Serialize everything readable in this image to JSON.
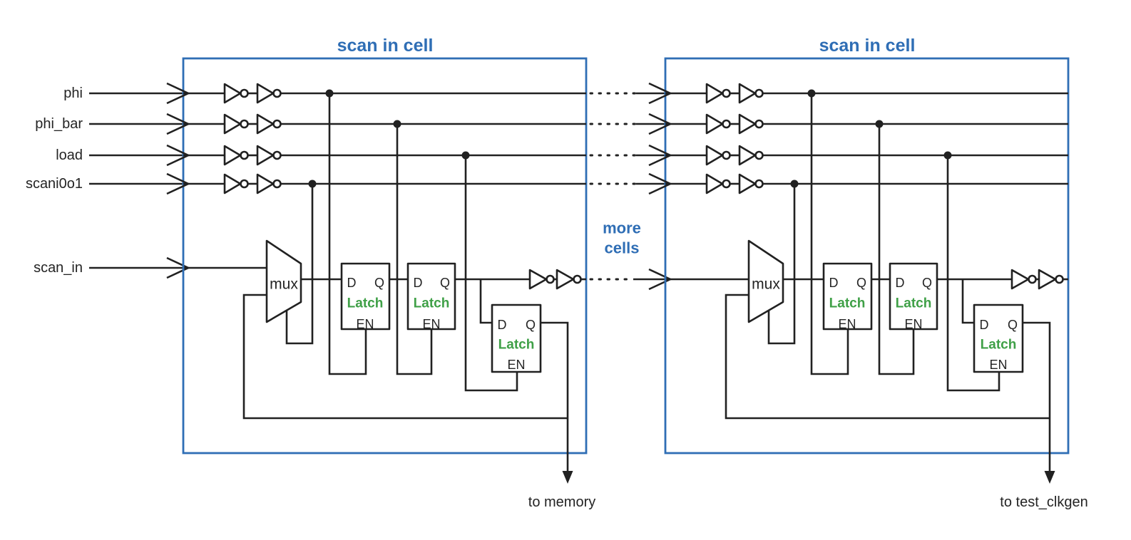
{
  "colors": {
    "wire": "#212121",
    "accent_blue": "#2f6eb5",
    "latch_green": "#3fa047"
  },
  "inputs": [
    {
      "label": "phi"
    },
    {
      "label": "phi_bar"
    },
    {
      "label": "load"
    },
    {
      "label": "scani0o1"
    },
    {
      "label": "scan_in"
    }
  ],
  "gap": {
    "more": "more",
    "cells": "cells"
  },
  "cells": [
    {
      "title": "scan in cell",
      "mux": "mux",
      "latches": [
        {
          "d": "D",
          "q": "Q",
          "label": "Latch",
          "en": "EN"
        },
        {
          "d": "D",
          "q": "Q",
          "label": "Latch",
          "en": "EN"
        },
        {
          "d": "D",
          "q": "Q",
          "label": "Latch",
          "en": "EN"
        }
      ],
      "output": "to memory"
    },
    {
      "title": "scan in cell",
      "mux": "mux",
      "latches": [
        {
          "d": "D",
          "q": "Q",
          "label": "Latch",
          "en": "EN"
        },
        {
          "d": "D",
          "q": "Q",
          "label": "Latch",
          "en": "EN"
        },
        {
          "d": "D",
          "q": "Q",
          "label": "Latch",
          "en": "EN"
        }
      ],
      "output": "to test_clkgen"
    }
  ]
}
